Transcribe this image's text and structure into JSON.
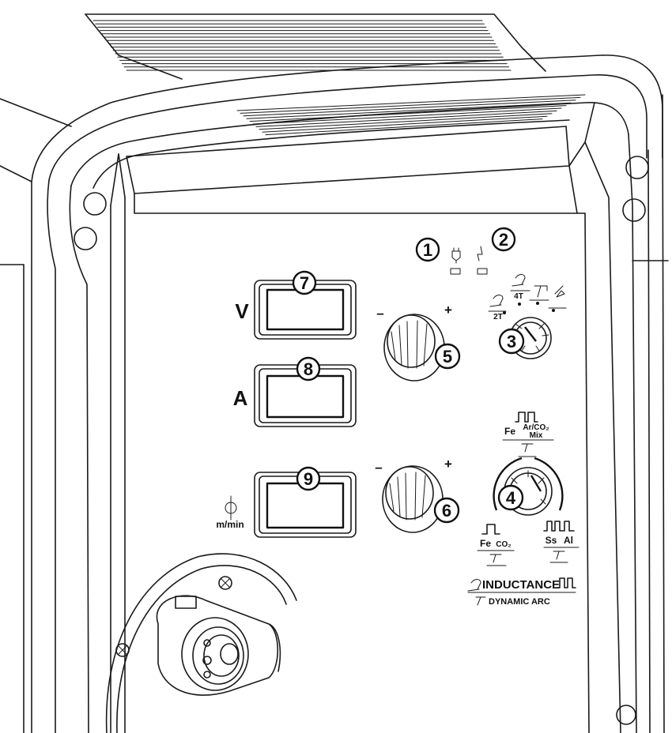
{
  "callouts": [
    "1",
    "2",
    "3",
    "4",
    "5",
    "6",
    "7",
    "8",
    "9"
  ],
  "display_labels": {
    "voltage": "V",
    "current": "A",
    "wire_speed_unit": "m/min"
  },
  "knob_scale": {
    "minus": "–",
    "plus": "+"
  },
  "mode_selector": {
    "two_t": "2T",
    "four_t": "4T"
  },
  "synergic_selector": {
    "fe_armix": "Fe",
    "ar_co2": "Ar/CO₂",
    "mix": "Mix",
    "fe_co2_fe": "Fe",
    "fe_co2_gas": "CO₂",
    "ss": "Ss",
    "al": "Al"
  },
  "inductance_legend": {
    "inductance": "INDUCTANCE",
    "dynamic_arc": "DYNAMIC ARC"
  },
  "colors": {
    "line": "#1a1a1a",
    "background": "#ffffff"
  }
}
